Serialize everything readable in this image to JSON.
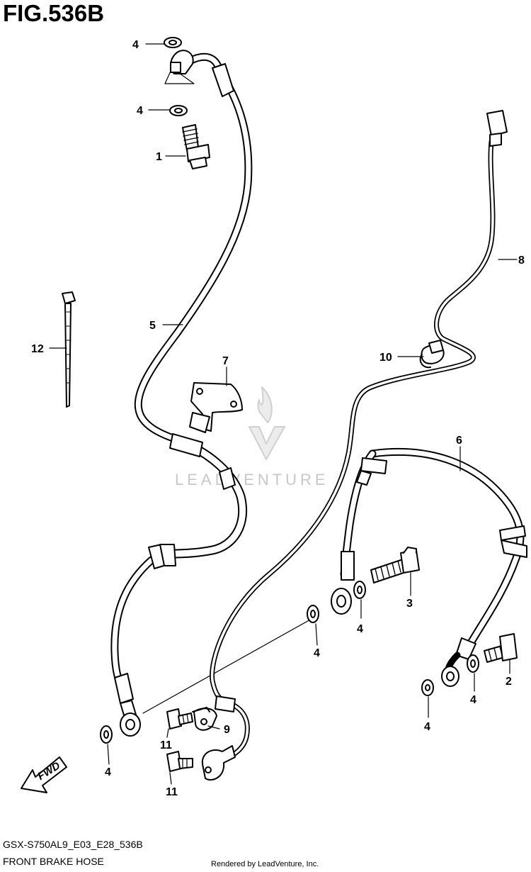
{
  "figure": {
    "title": "FIG.536B",
    "model_code": "GSX-S750AL9_E03_E28_536B",
    "caption": "FRONT BRAKE HOSE",
    "credit": "Rendered by LeadVenture, Inc."
  },
  "watermark": {
    "text": "LEADVENTURE"
  },
  "fwd_arrow": {
    "label": "FWD"
  },
  "callouts": {
    "c4a": "4",
    "c4b": "4",
    "c1": "1",
    "c5": "5",
    "c12": "12",
    "c7": "7",
    "c8": "8",
    "c10": "10",
    "c6": "6",
    "c3": "3",
    "c4c": "4",
    "c4d": "4",
    "c2": "2",
    "c4e": "4",
    "c4f": "4",
    "c9": "9",
    "c11a": "11",
    "c11b": "11",
    "c4g": "4"
  }
}
